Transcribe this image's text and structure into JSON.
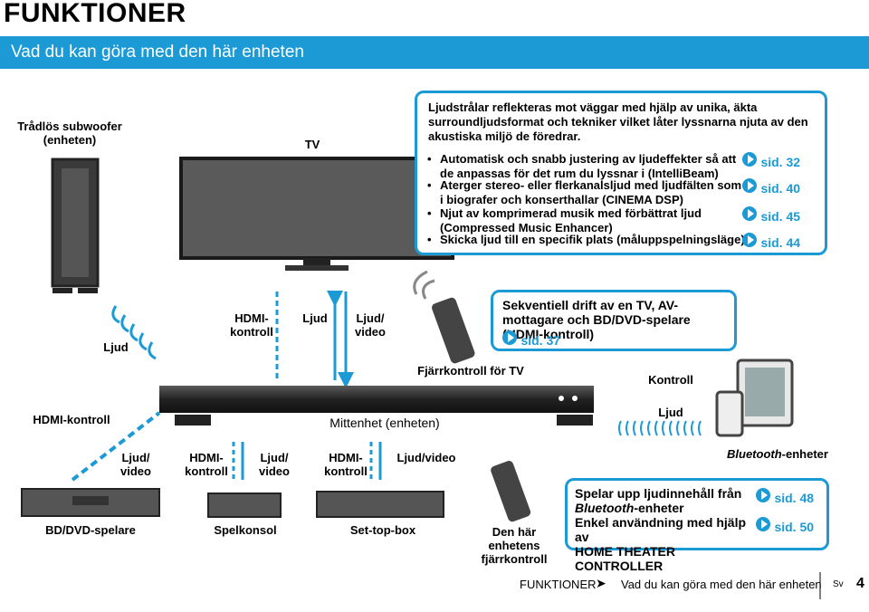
{
  "header": {
    "title": "FUNKTIONER",
    "banner": "Vad du kan göra med den här enheten"
  },
  "callout_top": {
    "intro": "Ljudstrålar reflekteras mot väggar med hjälp av unika, äkta surroundljudsformat och tekniker vilket låter lyssnarna njuta av den akustiska miljö de föredrar.",
    "bullets": [
      {
        "text": "Automatisk och snabb justering av ljudeffekter så att de anpassas för det rum du lyssnar i (IntelliBeam)",
        "ref": "sid. 32"
      },
      {
        "text": "Aterger stereo- eller flerkanalsljud med ljudfälten som i biografer och konserthallar (CINEMA DSP)",
        "ref": "sid. 40"
      },
      {
        "text": "Njut av komprimerad musik med förbättrat ljud (Compressed Music Enhancer)",
        "ref": "sid. 45"
      },
      {
        "text": "Skicka ljud till en specifik plats (måluppspelningsläge)",
        "ref": "sid. 44"
      }
    ]
  },
  "callout_mid": {
    "text": "Sekventiell drift av en TV, AV-mottagare och BD/DVD-spelare (HDMI-kontroll)",
    "ref": "sid. 37"
  },
  "callout_bottom": {
    "line1": "Spelar upp ljudinnehåll från",
    "line2a": "Bluetooth",
    "line2b": "-enheter",
    "ref1": "sid. 48",
    "line3": "Enkel användning med hjälp av",
    "line4": "HOME THEATER CONTROLLER",
    "ref2": "sid. 50"
  },
  "labels": {
    "subwoofer": "Trådlös subwoofer (enheten)",
    "tv": "TV",
    "ljud_left": "Ljud",
    "hdmi1": "HDMI-kontroll",
    "ljud_mid": "Ljud",
    "ljudvideo1": "Ljud/ video",
    "remote_tv": "Fjärrkontroll för TV",
    "kontroll": "Kontroll",
    "hdmi_left": "HDMI-kontroll",
    "center_unit": "Mittenhet (enheten)",
    "ljud_right": "Ljud",
    "ljudvideo2": "Ljud/ video",
    "hdmi2": "HDMI-kontroll",
    "ljudvideo3": "Ljud/ video",
    "hdmi3": "HDMI-kontroll",
    "ljudvideo4": "Ljud/video",
    "bt_devices_a": "Bluetooth",
    "bt_devices_b": "-enheter",
    "bd": "BD/DVD-spelare",
    "console": "Spelkonsol",
    "stb": "Set-top-box",
    "remote_own": "Den här enhetens fjärrkontroll"
  },
  "footer": {
    "section": "FUNKTIONER",
    "subsection": "Vad du kan göra med den här enheten",
    "lang": "Sv",
    "page": "4"
  }
}
